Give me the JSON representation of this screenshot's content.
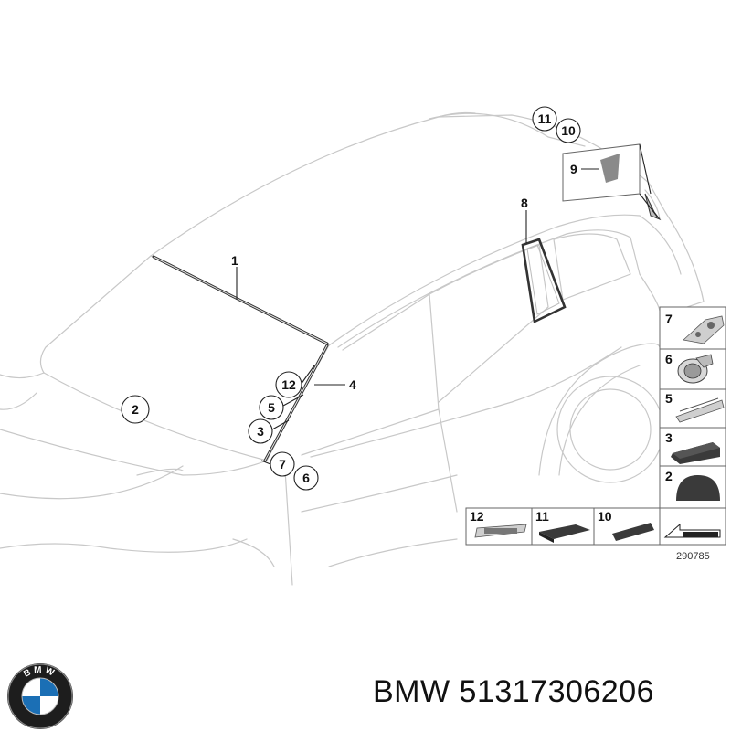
{
  "diagram": {
    "callouts": [
      {
        "id": "c1",
        "label": "1"
      },
      {
        "id": "c2",
        "label": "2"
      },
      {
        "id": "c3",
        "label": "3"
      },
      {
        "id": "c4",
        "label": "4"
      },
      {
        "id": "c5",
        "label": "5"
      },
      {
        "id": "c6",
        "label": "6"
      },
      {
        "id": "c7",
        "label": "7"
      },
      {
        "id": "c8",
        "label": "8"
      },
      {
        "id": "c9",
        "label": "9"
      },
      {
        "id": "c10",
        "label": "10"
      },
      {
        "id": "c11",
        "label": "11"
      },
      {
        "id": "c12",
        "label": "12"
      }
    ],
    "parts_legend": {
      "right_column": [
        "7",
        "6",
        "5",
        "3",
        "2"
      ],
      "bottom_row": [
        "12",
        "11",
        "10"
      ]
    },
    "diagram_number": "290785"
  },
  "brand": {
    "logo_letters": "BMW",
    "caption": "BMW 51317306206"
  }
}
